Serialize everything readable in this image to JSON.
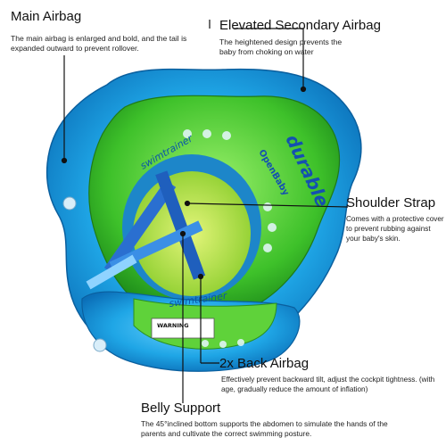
{
  "callouts": {
    "main_airbag": {
      "title": "Main Airbag",
      "text": "The main airbag is enlarged and bold, and the tail is expanded outward to prevent rollover."
    },
    "secondary_airbag": {
      "title": "Elevated Secondary Airbag",
      "text": "The heightened design prevents the baby from choking on water"
    },
    "shoulder_strap": {
      "title": "Shoulder Strap",
      "text": "Comes with a protective cover to prevent rubbing against your baby's skin."
    },
    "back_airbag": {
      "title": "2x Back Airbag",
      "text": "Effectively prevent backward tilt, adjust the cockpit tightness. (with age, gradually reduce the amount of inflation)"
    },
    "belly_support": {
      "title": "Belly Support",
      "text": "The 45°inclined bottom supports the abdomen to simulate the hands of the parents and cultivate the correct swimming posture."
    }
  },
  "product_labels": {
    "brand": "durable",
    "model": "swimtrainer",
    "sub_brand": "OpenBaby",
    "warning": "WARNING"
  },
  "colors": {
    "outer_ring": "#1fa6e6",
    "inner_ring": "#3ec12a",
    "seat": "#b8e24a",
    "strap": "#2a6fd0"
  }
}
